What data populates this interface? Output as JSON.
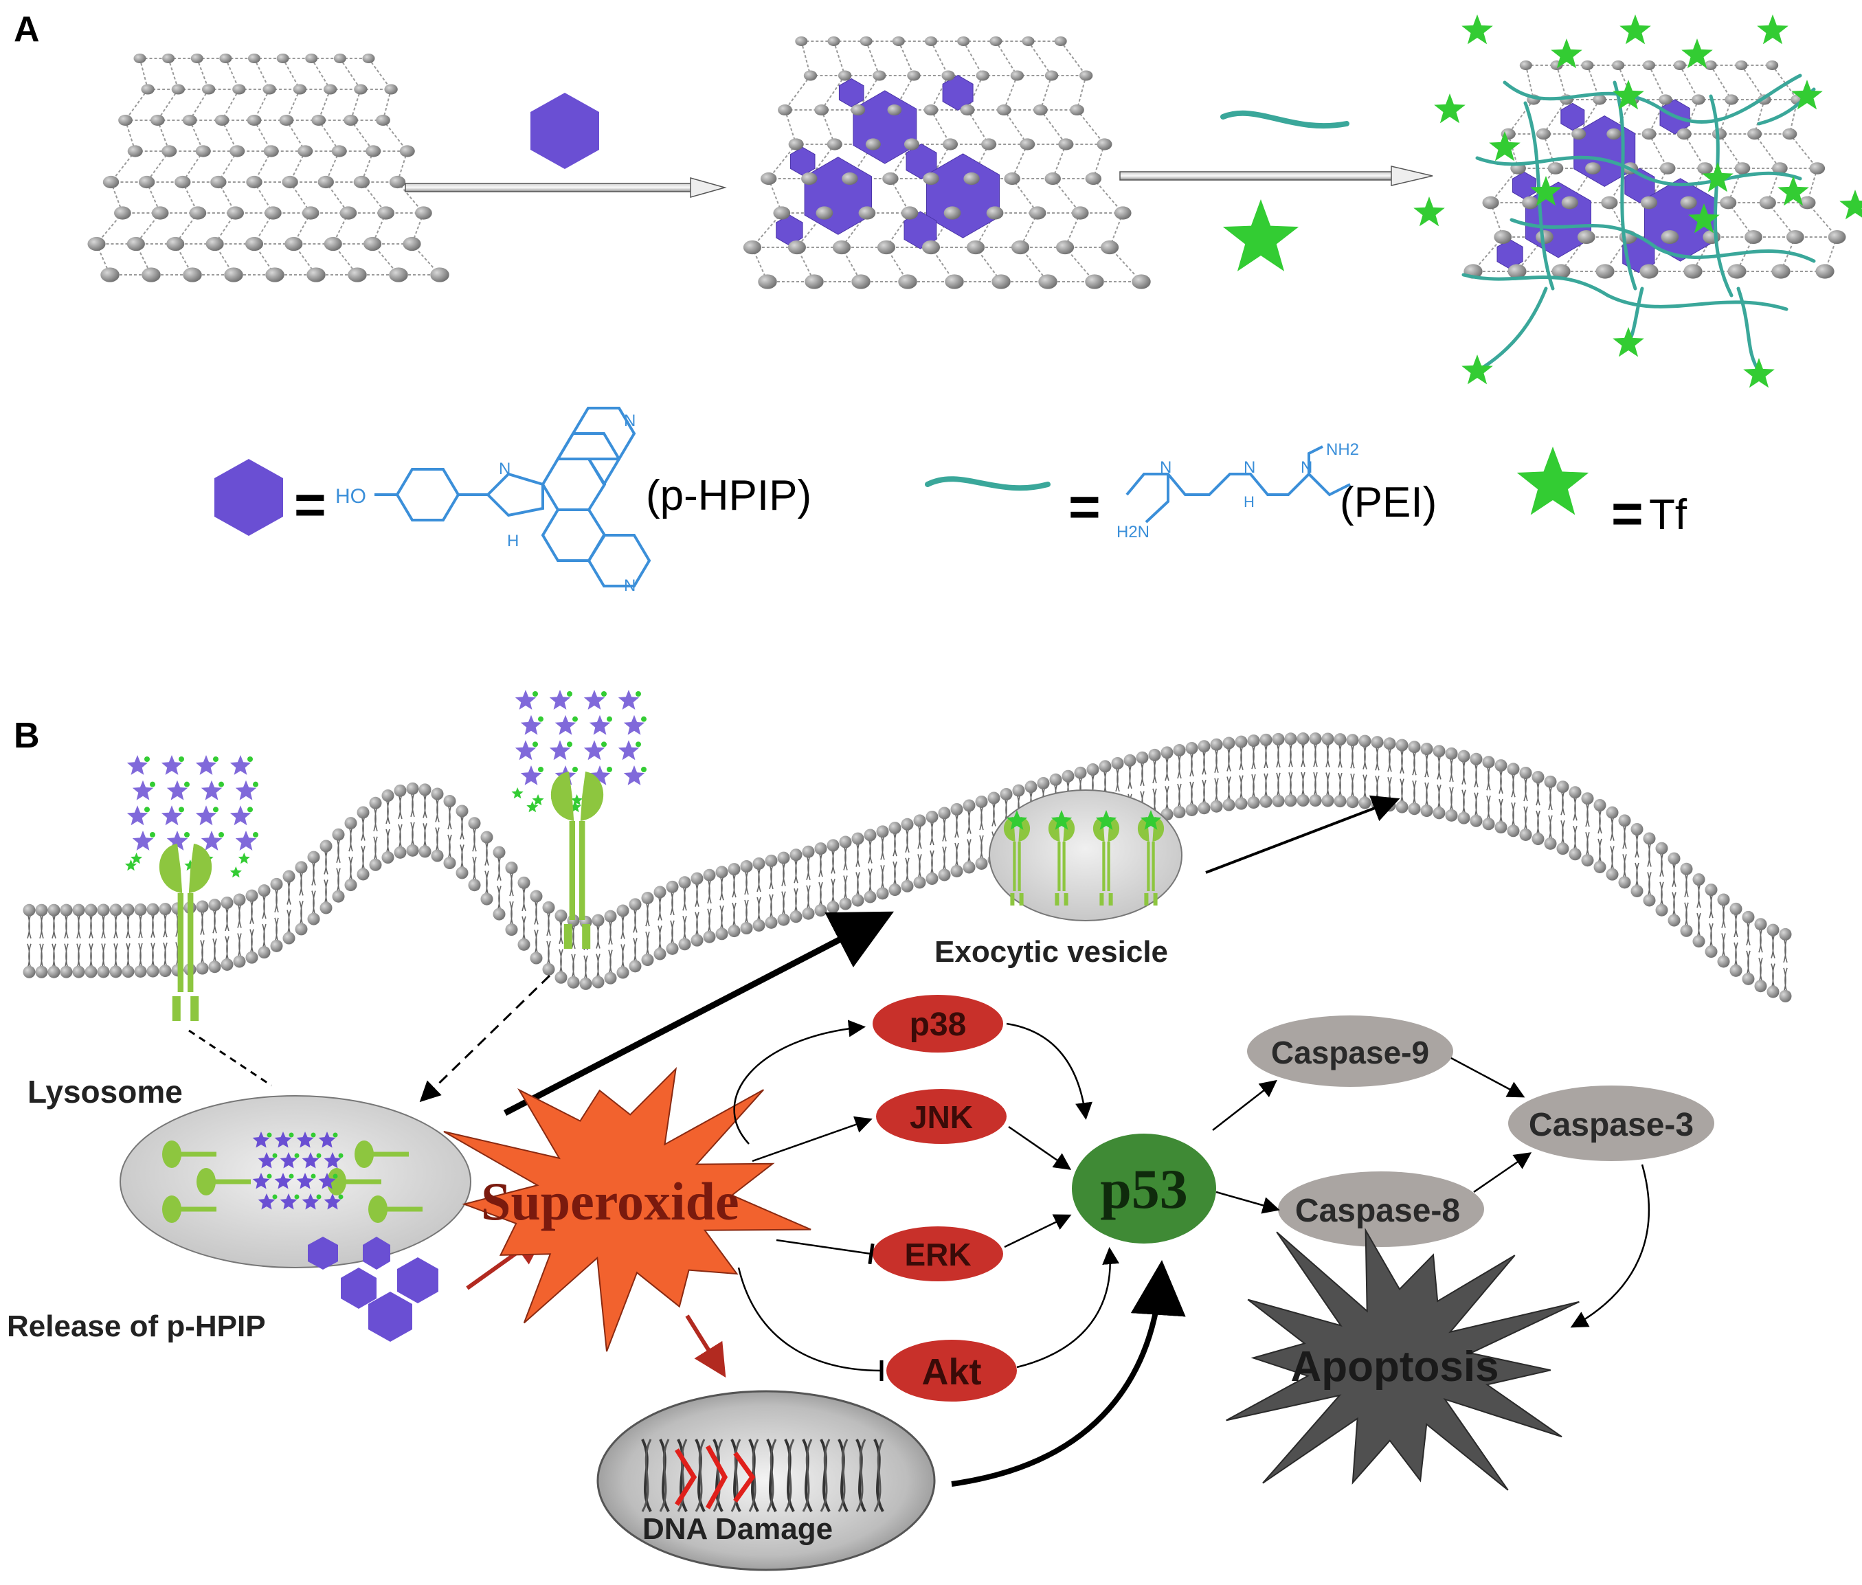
{
  "panels": {
    "a": {
      "label": "A"
    },
    "b": {
      "label": "B"
    }
  },
  "legend": {
    "hpip_label": "(p-HPIP)",
    "pei_label": "(PEI)",
    "tf_label": "Tf",
    "equals": "=",
    "hpip_structure": {
      "ho": "HO",
      "n": "N",
      "nh": "H"
    },
    "pei_structure": {
      "nh2_top": "NH2",
      "nh2_bottom": "H2N",
      "n": "N",
      "h": "H"
    }
  },
  "labels": {
    "lysosome": "Lysosome",
    "release": "Release of p-HPIP",
    "exocytic": "Exocytic vesicle",
    "superoxide": "Superoxide",
    "dna_damage": "DNA Damage",
    "p38": "p38",
    "jnk": "JNK",
    "erk": "ERK",
    "akt": "Akt",
    "p53": "p53",
    "caspase9": "Caspase-9",
    "caspase8": "Caspase-8",
    "caspase3": "Caspase-3",
    "apoptosis": "Apoptosis"
  },
  "colors": {
    "purple": "#6a4fd3",
    "green": "#33cc33",
    "teal": "#3aa79a",
    "carbon_gray": "#8a8a8a",
    "superoxide_orange": "#f2622e",
    "kinase_red": "#c8302a",
    "p53_green": "#3f8a35",
    "caspase_gray": "#aaa5a2",
    "apoptosis_dark": "#505050",
    "receptor_green": "#8dc63f",
    "pei_blue": "#3b8fd9"
  }
}
